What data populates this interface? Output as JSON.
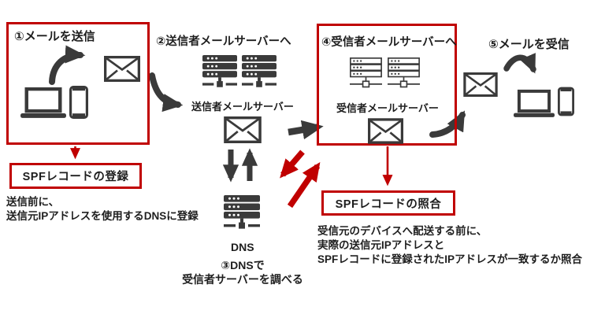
{
  "colors": {
    "accent_red": "#C00000",
    "icon_dark": "#3A3A3A",
    "text_color": "#1E1E1E"
  },
  "flow": {
    "step1_label": "①メールを送信",
    "step2_label": "②送信者メールサーバーへ",
    "sender_server_label": "送信者メールサーバー",
    "dns_label": "DNS",
    "step3_line1": "③DNSで",
    "step3_line2": "受信者サーバーを調べる",
    "step4_label": "④受信者メールサーバーへ",
    "receiver_server_label": "受信者メールサーバー",
    "step5_label": "⑤メールを受信"
  },
  "spf_registration": {
    "title": "SPFレコードの登録",
    "note_line1": "送信前に、",
    "note_line2": "送信元IPアドレスを使用するDNSに登録"
  },
  "spf_verification": {
    "title": "SPFレコードの照合",
    "note_line1": "受信元のデバイスへ配送する前に、",
    "note_line2": "実際の送信元IPアドレスと",
    "note_line3": "SPFレコードに登録されたIPアドレスが一致するか照合"
  },
  "icons": {
    "laptop": "laptop-icon",
    "smartphone": "smartphone-icon",
    "envelope": "envelope-icon",
    "server_solid": "server-stack-icon",
    "server_outline": "server-stack-outline-icon",
    "dns_server": "dns-server-icon"
  }
}
